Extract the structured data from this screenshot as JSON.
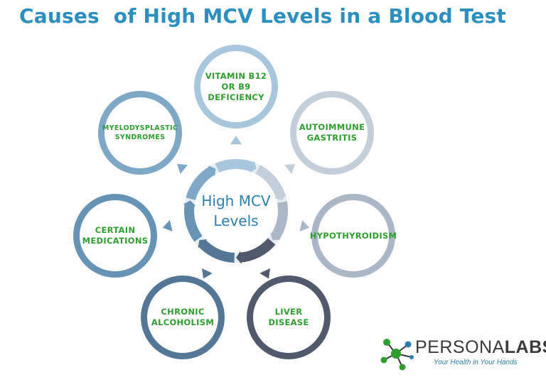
{
  "title": "Causes  of High MCV Levels in a Blood Test",
  "hub": {
    "label": "High MCV\nLevels"
  },
  "causes": [
    {
      "label": "VITAMIN B12\nOR B9\nDEFICIENCY",
      "color": "#a8c6dc"
    },
    {
      "label": "AUTOIMMUNE\nGASTRITIS",
      "color": "#c2cfdb"
    },
    {
      "label": "HYPOTHYROIDISM",
      "color": "#a9b7c7"
    },
    {
      "label": "LIVER\nDISEASE",
      "color": "#505a6c"
    },
    {
      "label": "CHRONIC\nALCOHOLISM",
      "color": "#557796"
    },
    {
      "label": "CERTAIN\nMEDICATIONS",
      "color": "#6794b4"
    },
    {
      "label": "MYELODYSPLASTIC\nSYNDROMES",
      "color": "#7ea8c6"
    }
  ],
  "colors": {
    "title": "#2b8fc0",
    "label_text": "#2f9e2f",
    "hub_text": "#2b7fb0"
  },
  "logo": {
    "brand_part1": "PERSONA",
    "brand_part2": "LABS",
    "tagline": "Your Health in Your Hands"
  }
}
